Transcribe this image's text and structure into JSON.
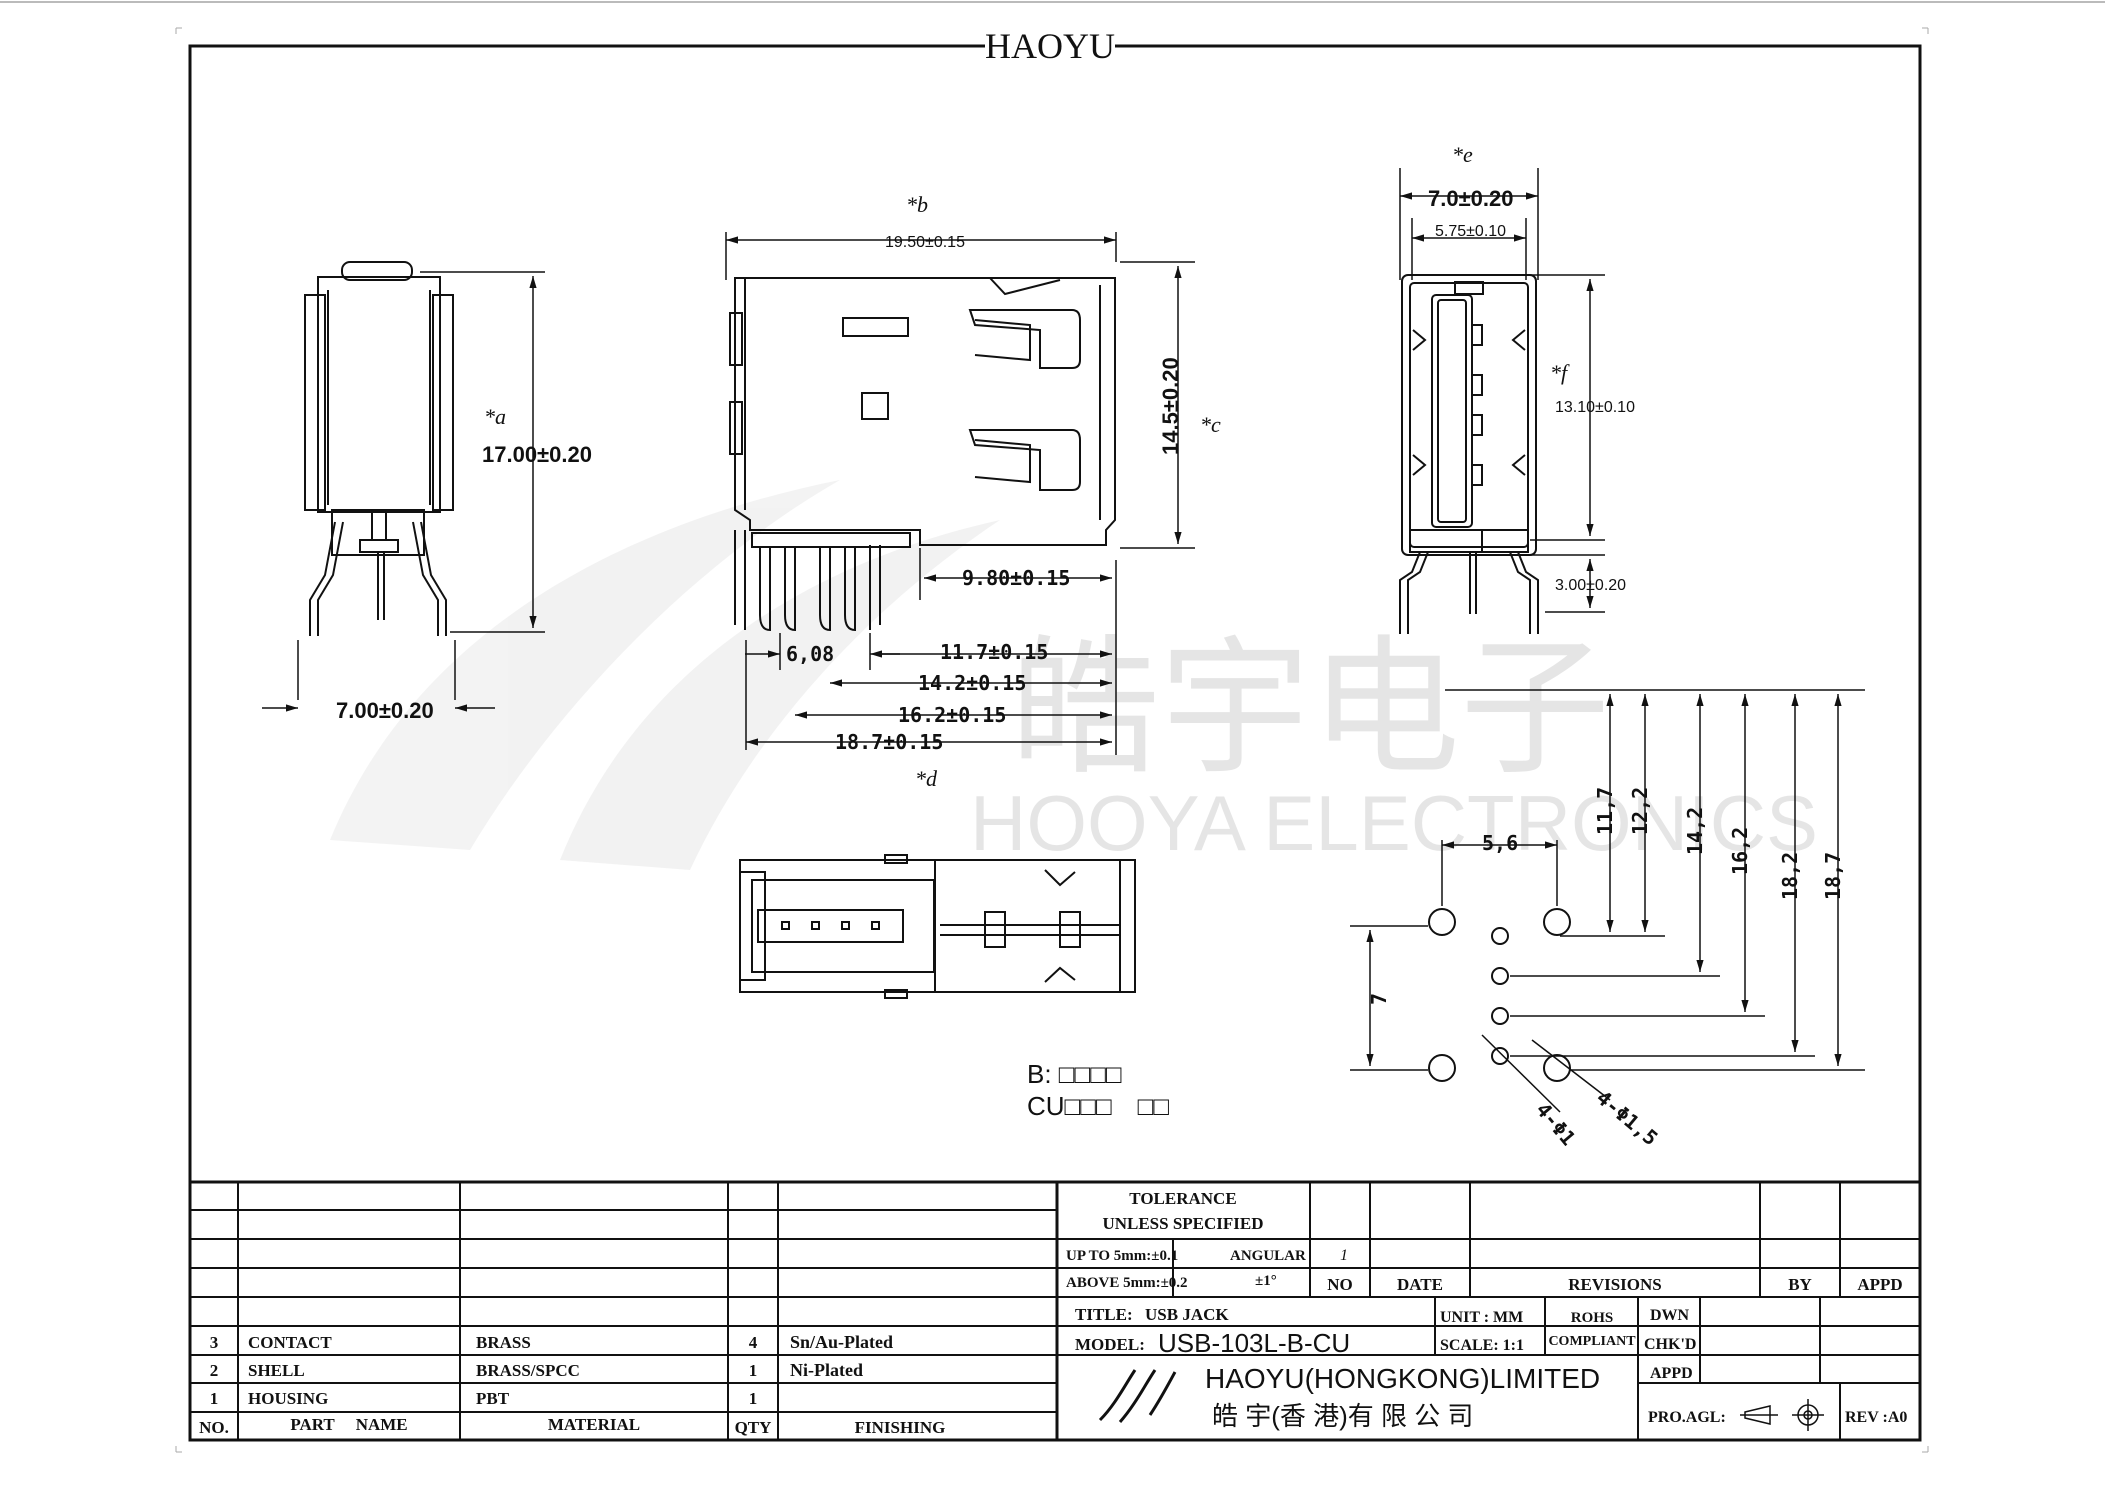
{
  "header": {
    "title": "HAOYU"
  },
  "watermark": {
    "cn": "皓宇电子",
    "en": "HOOYA ELECTRONICS"
  },
  "front_view": {
    "a_mark": "*a",
    "a_dim": "17.00±0.20",
    "width_dim": "7.00±0.20"
  },
  "side_view": {
    "b_mark": "*b",
    "b_dim": "19.50±0.15",
    "c_mark": "*c",
    "c_dim": "14.5±0.20",
    "d_mark": "*d",
    "dims": [
      "9.80±0.15",
      "6,08",
      "11.7±0.15",
      "14.2±0.15",
      "16.2±0.15",
      "18.7±0.15"
    ]
  },
  "end_view": {
    "e_mark": "*e",
    "e_dim": "7.0±0.20",
    "inner_dim": "5.75±0.10",
    "f_mark": "*f",
    "f_dim": "13.10±0.10",
    "pin_dim": "3.00±0.20"
  },
  "pcb_layout": {
    "hdims": [
      "11,7",
      "12,2",
      "14,2",
      "16,2",
      "18,2",
      "18,7"
    ],
    "spacing": "5,6",
    "vertical": "7",
    "hole_small": "4-Φ1",
    "hole_large": "4-Φ1,5"
  },
  "notes": {
    "line1": "B: □□□□",
    "line2": "CU□□□　□□"
  },
  "title_block": {
    "tolerance_title": "TOLERANCE",
    "tolerance_sub": "UNLESS   SPECIFIED",
    "up_to": "UP TO 5mm:±0.1",
    "above": "ABOVE 5mm:±0.2",
    "angular_label": "ANGULAR",
    "angular_value": "±1°",
    "rev_mark": "1",
    "rev_headers": [
      "NO",
      "DATE",
      "REVISIONS",
      "BY",
      "APPD"
    ],
    "title_label": "TITLE:",
    "title_value": "USB JACK",
    "model_label": "MODEL:",
    "model_value": "USB-103L-B-CU",
    "unit": "UNIT : MM",
    "scale": "SCALE: 1:1",
    "rohs1": "ROHS",
    "rohs2": "COMPLIANT",
    "dwn": "DWN",
    "chkd": "CHK'D",
    "appd": "APPD",
    "company_en": "HAOYU(HONGKONG)LIMITED",
    "company_cn": "皓 宇(香 港)有 限 公 司",
    "pro_agl": "PRO.AGL:",
    "rev": "REV :A0"
  },
  "bom": {
    "headers": [
      "NO.",
      "PART     NAME",
      "MATERIAL",
      "QTY",
      "FINISHING"
    ],
    "rows": [
      {
        "no": "3",
        "part": "CONTACT",
        "material": "BRASS",
        "qty": "4",
        "finishing": "Sn/Au-Plated"
      },
      {
        "no": "2",
        "part": "SHELL",
        "material": "BRASS/SPCC",
        "qty": "1",
        "finishing": "Ni-Plated"
      },
      {
        "no": "1",
        "part": "HOUSING",
        "material": "PBT",
        "qty": "1",
        "finishing": ""
      }
    ]
  }
}
